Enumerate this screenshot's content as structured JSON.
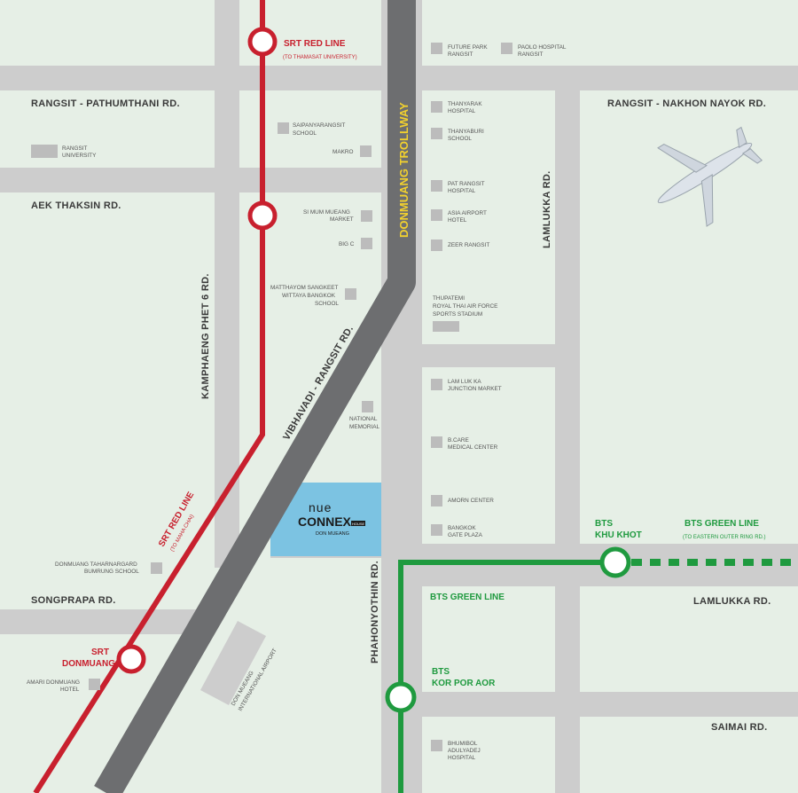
{
  "roads": {
    "rangsit_pathumthani": "RANGSIT - PATHUMTHANI RD.",
    "rangsit_nakhon_nayok": "RANGSIT - NAKHON NAYOK RD.",
    "aek_thaksin": "AEK THAKSIN RD.",
    "kamphaeng_phet6": "KAMPHAENG PHET 6 RD.",
    "vibhavadi": "VIBHAVADI - RANGSIT RD.",
    "lamlukka_vertical": "LAMLUKKA RD.",
    "songprapa": "SONGPRAPA RD.",
    "lamlukka_horizontal": "LAMLUKKA RD.",
    "phahonyothin": "PHAHONYOTHIN RD.",
    "saimai": "SAIMAI RD.",
    "tollway": "DONMUANG TROLLWAY"
  },
  "transit": {
    "srt_red_line_top": "SRT RED LINE",
    "srt_red_line_top_sub": "(TO THAMASAT UNIVERSITY)",
    "srt_red_line_bottom": "SRT RED LINE",
    "srt_red_line_bottom_sub": "(TO MAHA CHAI)",
    "srt_donmuang_1": "SRT",
    "srt_donmuang_2": "DONMUANG",
    "bts_green_line_right": "BTS GREEN LINE",
    "bts_green_line_right_sub": "(TO EASTERN OUTER RING RD.)",
    "bts_khu_khot_1": "BTS",
    "bts_khu_khot_2": "KHU KHOT",
    "bts_green_line_mid": "BTS GREEN LINE",
    "bts_kor_por_aor_1": "BTS",
    "bts_kor_por_aor_2": "KOR POR AOR"
  },
  "landmarks": {
    "future_park_1": "FUTURE PARK",
    "future_park_2": "RANGSIT",
    "paolo_1": "PAOLO HOSPITAL",
    "paolo_2": "RANGSIT",
    "rangsit_univ_1": "RANGSIT",
    "rangsit_univ_2": "UNIVERSITY",
    "saipanya_1": "SAIPANYARANGSIT",
    "saipanya_2": "SCHOOL",
    "makro": "MAKRO",
    "thanyarak_1": "THANYARAK",
    "thanyarak_2": "HOSPITAL",
    "thanyaburi_1": "THANYABURI",
    "thanyaburi_2": "SCHOOL",
    "pat_rangsit_1": "PAT RANGSIT",
    "pat_rangsit_2": "HOSPITAL",
    "asia_airport_1": "ASIA AIRPORT",
    "asia_airport_2": "HOTEL",
    "zeer": "ZEER RANGSIT",
    "simum_1": "SI MUM MUEANG",
    "simum_2": "MARKET",
    "bigc": "BIG C",
    "matthayom_1": "MATTHAYOM SANGKEET",
    "matthayom_2": "WITTAYA BANGKOK",
    "matthayom_3": "SCHOOL",
    "thupatemi_1": "THUPATEMI",
    "thupatemi_2": "ROYAL THAI AIR FORCE",
    "thupatemi_3": "SPORTS STADIUM",
    "lamlukka_market_1": "LAM LUK KA",
    "lamlukka_market_2": "JUNCTION MARKET",
    "national_memorial_1": "NATIONAL",
    "national_memorial_2": "MEMORIAL",
    "bcare_1": "B.CARE",
    "bcare_2": "MEDICAL CENTER",
    "amorn": "AMORN CENTER",
    "gate_plaza_1": "BANGKOK",
    "gate_plaza_2": "GATE PLAZA",
    "donmuang_school_1": "DONMUANG TAHARNARGARD",
    "donmuang_school_2": "BUMRUNG SCHOOL",
    "amari_1": "AMARI DONMUANG",
    "amari_2": "HOTEL",
    "airport_1": "DON MUEANG",
    "airport_2": "INTERNATIONAL AIRPORT",
    "bhumibol_1": "BHUMIBOL",
    "bhumibol_2": "ADULYADEJ",
    "bhumibol_3": "HOSPITAL"
  },
  "project": {
    "brand": "NUE",
    "name": "CONNEX",
    "badge": "HOUSE",
    "location": "DON MUEANG"
  },
  "colors": {
    "background": "#e6efe6",
    "road": "#cdcdcd",
    "tollway": "#6d6e70",
    "red_line": "#c8202e",
    "green_line": "#1f9a3f",
    "project_block": "#7cc3e2",
    "landmark_box": "#bcbcbc"
  }
}
